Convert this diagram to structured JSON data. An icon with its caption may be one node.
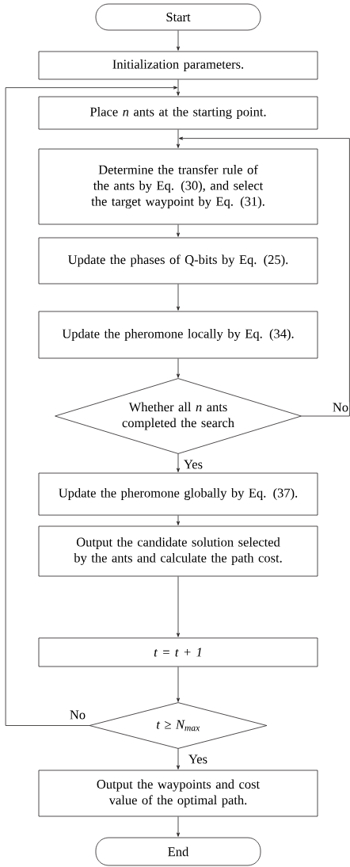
{
  "diagram": {
    "nodes": [
      {
        "text": [
          "Start"
        ]
      },
      {
        "text": [
          "Initialization parameters."
        ]
      },
      {
        "text": [
          "Place *n* ants at the starting point."
        ]
      },
      {
        "text": [
          "Determine the transfer rule of the ants by Eq. (30), and select the target waypoint by Eq. (31)."
        ]
      },
      {
        "text": [
          "Update the phases of Q-bits by Eq. (25)."
        ]
      },
      {
        "text": [
          "Update the pheromone locally by Eq. (34)."
        ]
      },
      {
        "text": [
          "Whether all *n* ants completed the search"
        ]
      },
      {
        "text": [
          "Update the pheromone globally by Eq. (37)."
        ]
      },
      {
        "text": [
          "Output the candidate solution selected by the ants and calculate the path cost."
        ]
      },
      {
        "text": [
          "t = t + 1"
        ]
      },
      {
        "text": [
          "t ≥ N$_{max}$"
        ]
      },
      {
        "text": [
          "Output the waypoints and cost value of the optimal path."
        ]
      },
      {
        "text": [
          "End"
        ]
      }
    ],
    "edges": [
      {
        "from": 0,
        "to": 1,
        "arrow": "to"
      },
      {
        "from": 1,
        "to": 2,
        "arrow": "to"
      },
      {
        "from": 2,
        "to": 3,
        "arrow": "to"
      },
      {
        "from": 3,
        "to": 4,
        "arrow": "to"
      },
      {
        "from": 4,
        "to": 5,
        "arrow": "to"
      },
      {
        "from": 5,
        "to": 6,
        "arrow": "to"
      },
      {
        "from": 6,
        "to": 3,
        "arrow": "to",
        "label": "No"
      },
      {
        "from": 6,
        "to": 7,
        "arrow": "to",
        "label": "Yes"
      },
      {
        "from": 7,
        "to": 8,
        "arrow": "to"
      },
      {
        "from": 8,
        "to": 9,
        "arrow": "to"
      },
      {
        "from": 9,
        "to": 10,
        "arrow": "to"
      },
      {
        "from": 10,
        "to": 2,
        "arrow": "to",
        "label": "No"
      },
      {
        "from": 10,
        "to": 11,
        "arrow": "to",
        "label": "Yes"
      },
      {
        "from": 11,
        "to": 12,
        "arrow": "to"
      }
    ]
  }
}
